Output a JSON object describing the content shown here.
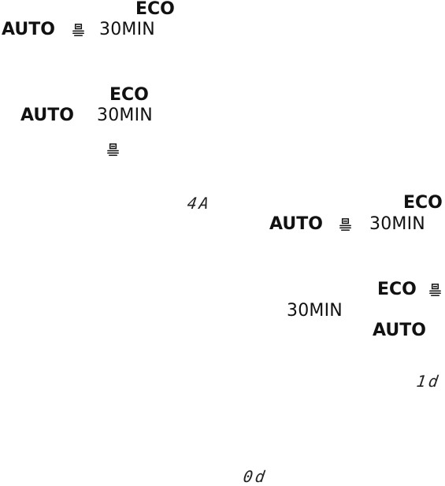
{
  "labels": {
    "eco": "ECO",
    "auto": "AUTO",
    "min30": "30MIN"
  },
  "icons": {
    "dish_rack": "dishes-stack-icon"
  },
  "segment_readouts": {
    "first": "4A",
    "second": "1d",
    "third": "0d"
  },
  "colors": {
    "text": "#111111",
    "background": "#ffffff"
  }
}
